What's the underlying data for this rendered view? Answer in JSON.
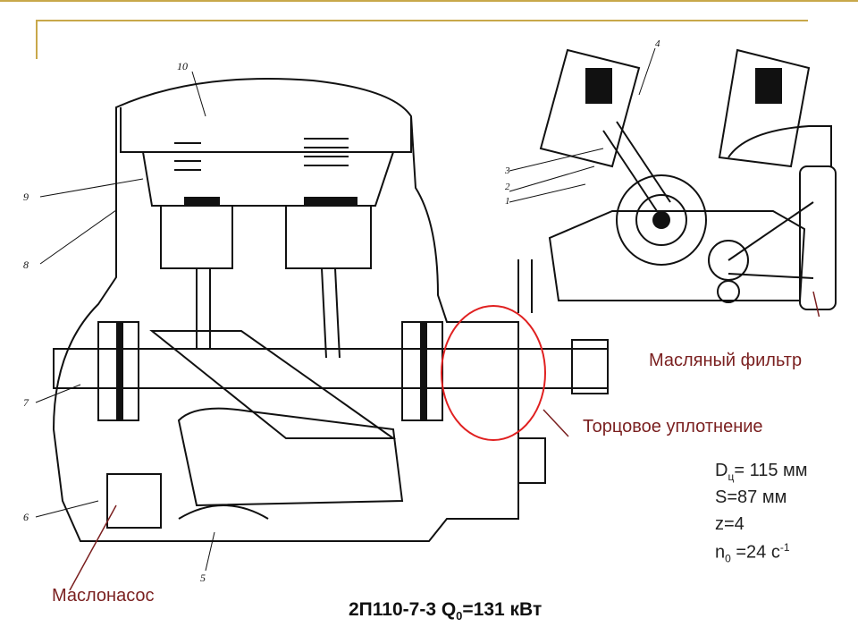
{
  "labels": {
    "oil_filter": "Масляный фильтр",
    "face_seal": "Торцовое уплотнение",
    "oil_pump": "Маслонасос"
  },
  "specs": {
    "d_symbol": "D",
    "d_sub": "ц",
    "d_value": "= 115 мм",
    "s_line": "S=87 мм",
    "z_line": "z=4",
    "n_symbol": "n",
    "n_sub": "0",
    "n_value": " =24 с",
    "n_sup": "-1"
  },
  "caption": {
    "model": "2П110-7-3  Q",
    "sub": "0",
    "value": "=131 кВт"
  },
  "drawing_numbers": {
    "main": [
      "10",
      "9",
      "8",
      "7",
      "6",
      "5"
    ],
    "inset": [
      "4",
      "3",
      "2",
      "1"
    ]
  },
  "colors": {
    "frame": "#c8a84a",
    "callout": "#7a1f1f",
    "highlight": "#e02020"
  }
}
